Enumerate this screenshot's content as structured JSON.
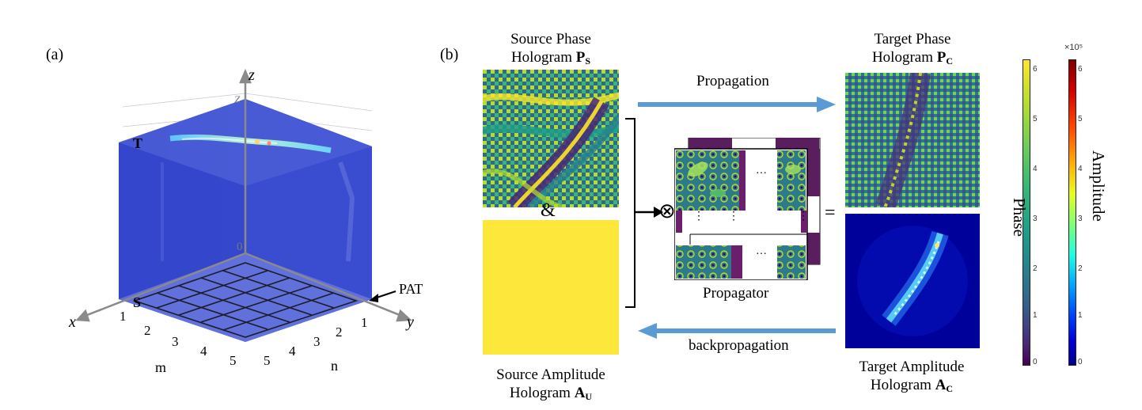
{
  "panel_a": {
    "label": "(a)",
    "axis_z": "z",
    "axis_x": "x",
    "axis_y": "y",
    "z_top": "Z",
    "z_zero": "0",
    "label_T": "T",
    "label_S": "S",
    "label_PAT": "PAT",
    "m_label": "m",
    "n_label": "n",
    "m_ticks": [
      "1",
      "2",
      "3",
      "4",
      "5"
    ],
    "n_ticks": [
      "1",
      "2",
      "3",
      "4",
      "5"
    ]
  },
  "panel_b": {
    "label": "(b)",
    "source_phase": {
      "line1": "Source Phase",
      "line2": "Hologram ",
      "symbol": "P",
      "sub": "S"
    },
    "target_phase": {
      "line1": "Target Phase",
      "line2": "Hologram ",
      "symbol": "P",
      "sub": "C"
    },
    "source_amp": {
      "line1": "Source Amplitude",
      "line2": "Hologram ",
      "symbol": "A",
      "sub": "U"
    },
    "target_amp": {
      "line1": "Target Amplitude",
      "line2": "Hologram ",
      "symbol": "A",
      "sub": "C"
    },
    "ampersand": "&",
    "otimes": "⊗",
    "equals": "=",
    "propagation": "Propagation",
    "backpropagation": "backpropagation",
    "propagator": "Propagator",
    "dots_h": "…",
    "dots_v": "⋮"
  },
  "colorbars": {
    "phase": {
      "label": "Phase",
      "ticks": [
        "6",
        "5",
        "4",
        "3",
        "2",
        "1",
        "0"
      ]
    },
    "amplitude": {
      "label": "Amplitude",
      "exponent": "×10⁵",
      "ticks": [
        "6",
        "5",
        "4",
        "3",
        "2",
        "1",
        "0"
      ]
    }
  },
  "colors": {
    "arrow_blue": "#5b9bd5",
    "source_amp_fill": "#fde73a",
    "cube_blue": "#3042c8",
    "viridis_dark": "#440154",
    "viridis_yellow": "#fde725"
  }
}
